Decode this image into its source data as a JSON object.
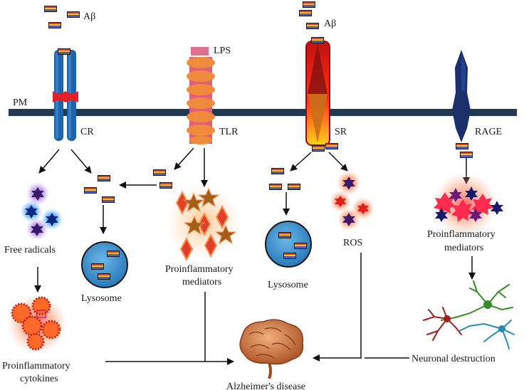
{
  "labels": {
    "abeta_left": "Aβ",
    "abeta_right": "Aβ",
    "pm": "PM",
    "lps": "LPS",
    "cr": "CR",
    "tlr": "TLR",
    "sr": "SR",
    "rage": "RAGE",
    "free_radicals": "Free radicals",
    "lysosome_left": "Lysosome",
    "lysosome_right": "Lysosome",
    "proinflammatory_mediators_center": [
      "Proinflammatory",
      "mediators"
    ],
    "ros": "ROS",
    "proinflammatory_mediators_right": [
      "Proinflammatory",
      "mediators"
    ],
    "proinflammatory_cytokines": [
      "Proinflammatory",
      "cytokines"
    ],
    "alzheimers": "Alzheimer's disease",
    "neuronal_destruction": "Neuronal destruction"
  },
  "colors": {
    "membrane": "#1f3a52",
    "receptor_blue": "#1f64a8",
    "tlr_orange": "#f08a3c",
    "tlr_pink": "#e0607a",
    "sr_red": "#d21a1a",
    "rage_navy": "#1b2f6b",
    "lysosome_blue": "#3a8dc8",
    "brain": "#c0703a"
  },
  "icons": [
    "abeta-peptide-icon",
    "star-radical-icon",
    "diamond-mediator-icon",
    "ros-star-icon",
    "cytokine-icon",
    "brain-icon",
    "neuron-icon"
  ]
}
